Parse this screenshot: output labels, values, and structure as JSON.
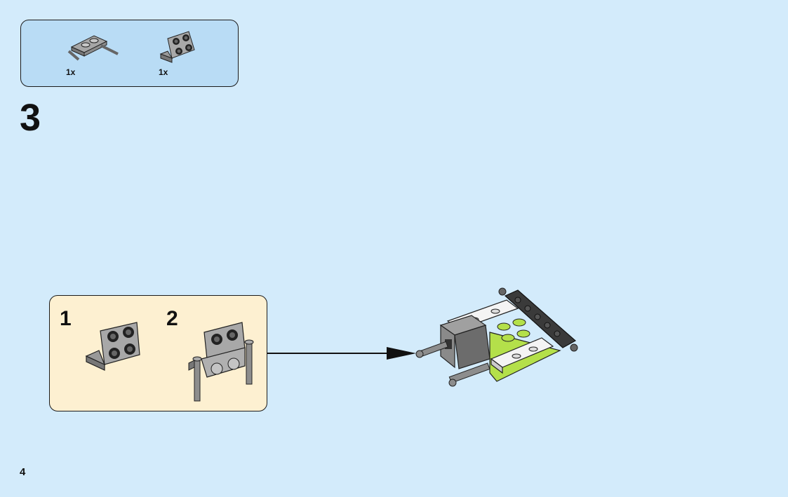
{
  "parts_list": {
    "items": [
      {
        "icon": "bar-holder-plate-icon",
        "quantity": "1x",
        "color": "#9a9a9a"
      },
      {
        "icon": "bracket-2x2-icon",
        "quantity": "1x",
        "color": "#9a9a9a"
      }
    ]
  },
  "step": {
    "number": "3"
  },
  "substeps": [
    {
      "number": "1",
      "icon": "bracket-2x2-icon"
    },
    {
      "number": "2",
      "icon": "bracket-with-bars-icon"
    }
  ],
  "result": {
    "icon": "vehicle-chassis-assembly-icon",
    "accent": "#b4e04a"
  },
  "page": {
    "number": "4"
  },
  "colors": {
    "background": "#d3ebfb",
    "parts_box": "#b9dcf5",
    "substep_box": "#fdf0d1",
    "brick_grey": "#9a9a9a",
    "lime": "#b4e04a"
  }
}
